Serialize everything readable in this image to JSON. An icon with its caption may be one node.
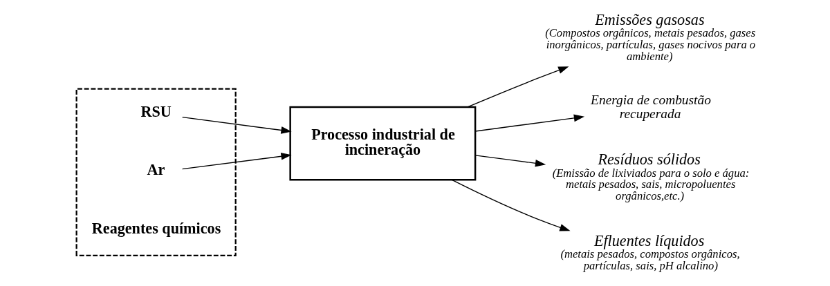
{
  "diagram": {
    "nodes": [
      {
        "text": [],
        "shape": "box"
      },
      {
        "text": [
          "RSU"
        ],
        "in": 0
      },
      {
        "text": [
          "Ar"
        ],
        "in": 0
      },
      {
        "text": [
          "Reagentes químicos"
        ],
        "in": 0
      },
      {
        "text": [
          "Processo industrial de incineração"
        ]
      },
      {
        "text": [
          "Emissões gasosas"
        ],
        "beside": [
          "(Compostos orgânicos, metais pesados, gases inorgânicos, partículas, gases nocivos para o ambiente)"
        ]
      },
      {
        "text": [
          "Energia de combustão recuperada"
        ]
      },
      {
        "text": [
          "Resíduos sólidos"
        ],
        "beside": [
          "(Emissão de lixiviados para o solo e água: metais pesados, sais, micropoluentes orgânicos,etc.)"
        ]
      },
      {
        "text": [
          "Efluentes líquidos"
        ],
        "beside": [
          "(metais pesados, compostos orgânicos, partículas, sais, pH alcalino)"
        ]
      }
    ],
    "edges": [
      {
        "from": 1,
        "to": 4,
        "arrow": "to"
      },
      {
        "from": 2,
        "to": 4,
        "arrow": "to"
      },
      {
        "from": 4,
        "to": 5,
        "arrow": "to"
      },
      {
        "from": 4,
        "to": 6,
        "arrow": "to"
      },
      {
        "from": 4,
        "to": 7,
        "arrow": "to"
      },
      {
        "from": 4,
        "to": 8,
        "arrow": "to"
      }
    ]
  }
}
